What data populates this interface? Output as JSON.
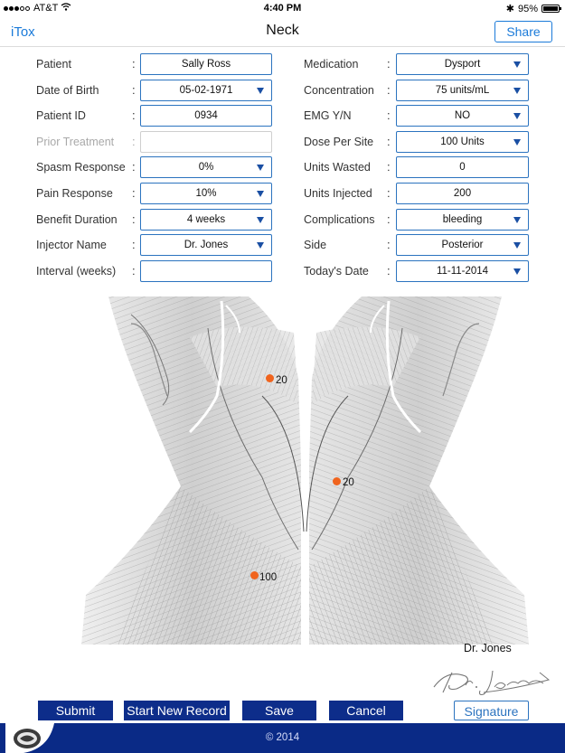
{
  "status_bar": {
    "carrier": "AT&T",
    "time": "4:40 PM",
    "battery": "95%"
  },
  "navbar": {
    "back_label": "iTox",
    "title": "Neck",
    "share_label": "Share"
  },
  "form": {
    "left": [
      {
        "id": "patient",
        "label": "Patient",
        "value": "Sally Ross",
        "dropdown": false,
        "disabled": false
      },
      {
        "id": "dob",
        "label": "Date of Birth",
        "value": "05-02-1971",
        "dropdown": true,
        "disabled": false
      },
      {
        "id": "patient-id",
        "label": "Patient ID",
        "value": "0934",
        "dropdown": false,
        "disabled": false
      },
      {
        "id": "prior-treatment",
        "label": "Prior Treatment",
        "value": "",
        "dropdown": false,
        "disabled": true
      },
      {
        "id": "spasm-response",
        "label": "Spasm Response",
        "value": "0%",
        "dropdown": true,
        "disabled": false
      },
      {
        "id": "pain-response",
        "label": "Pain Response",
        "value": "10%",
        "dropdown": true,
        "disabled": false
      },
      {
        "id": "benefit-duration",
        "label": "Benefit Duration",
        "value": "4 weeks",
        "dropdown": true,
        "disabled": false
      },
      {
        "id": "injector-name",
        "label": "Injector Name",
        "value": "Dr. Jones",
        "dropdown": true,
        "disabled": false
      },
      {
        "id": "interval-weeks",
        "label": "Interval (weeks)",
        "value": "",
        "dropdown": false,
        "disabled": false
      }
    ],
    "right": [
      {
        "id": "medication",
        "label": "Medication",
        "value": "Dysport",
        "dropdown": true
      },
      {
        "id": "concentration",
        "label": "Concentration",
        "value": "75 units/mL",
        "dropdown": true
      },
      {
        "id": "emg",
        "label": "EMG Y/N",
        "value": "NO",
        "dropdown": true
      },
      {
        "id": "dose-per-site",
        "label": "Dose Per Site",
        "value": "100 Units",
        "dropdown": true
      },
      {
        "id": "units-wasted",
        "label": "Units Wasted",
        "value": "0",
        "dropdown": false
      },
      {
        "id": "units-injected",
        "label": "Units Injected",
        "value": "200",
        "dropdown": false
      },
      {
        "id": "complications",
        "label": "Complications",
        "value": "bleeding",
        "dropdown": true
      },
      {
        "id": "side",
        "label": "Side",
        "value": "Posterior",
        "dropdown": true
      },
      {
        "id": "todays-date",
        "label": "Today's Date",
        "value": "11-11-2014",
        "dropdown": true
      }
    ]
  },
  "injection_sites": [
    {
      "label": "20"
    },
    {
      "label": "20"
    },
    {
      "label": "100"
    }
  ],
  "signature": {
    "name": "Dr. Jones"
  },
  "buttons": {
    "submit": "Submit",
    "new_record": "Start New Record",
    "save": "Save",
    "cancel": "Cancel",
    "signature": "Signature"
  },
  "footer": {
    "copyright": "© 2014"
  },
  "colors": {
    "accent": "#1a7ad9",
    "field_border": "#2b73bf",
    "button_bg": "#0d2d8a",
    "footer_bg": "#0a2a86",
    "dot": "#f0641e"
  }
}
